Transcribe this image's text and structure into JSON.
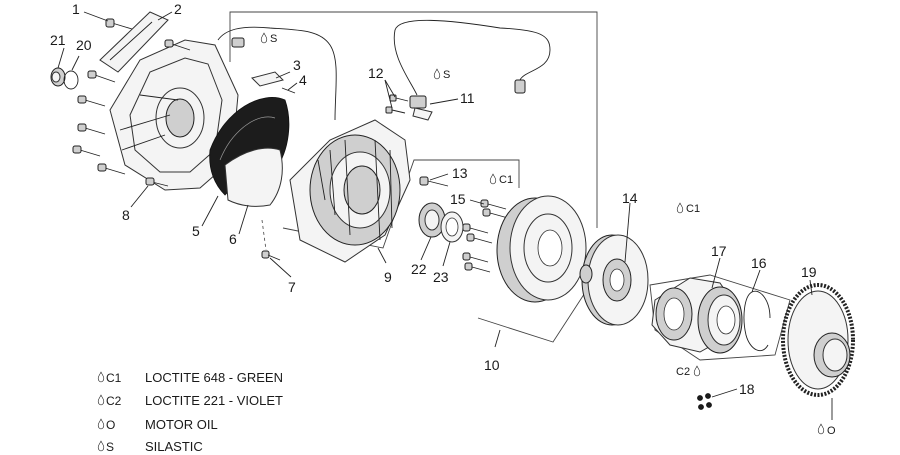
{
  "callouts": {
    "n1": "1",
    "n2": "2",
    "n3": "3",
    "n4": "4",
    "n5": "5",
    "n6": "6",
    "n7": "7",
    "n8": "8",
    "n9": "9",
    "n10": "10",
    "n11": "11",
    "n12": "12",
    "n13": "13",
    "n14": "14",
    "n15": "15",
    "n16": "16",
    "n17": "17",
    "n18": "18",
    "n19": "19",
    "n20": "20",
    "n21": "21",
    "n22": "22",
    "n23": "23"
  },
  "symbols": {
    "s_wire": "S",
    "s_sensor": "S",
    "c1_bolts": "C1",
    "c1_flange": "C1",
    "c2_screws": "C2",
    "o_gear": "O"
  },
  "legend": [
    {
      "code": "C1",
      "label": "LOCTITE 648 - GREEN"
    },
    {
      "code": "C2",
      "label": "LOCTITE 221 - VIOLET"
    },
    {
      "code": "O",
      "label": "MOTOR OIL"
    },
    {
      "code": "S",
      "label": "SILASTIC"
    }
  ]
}
